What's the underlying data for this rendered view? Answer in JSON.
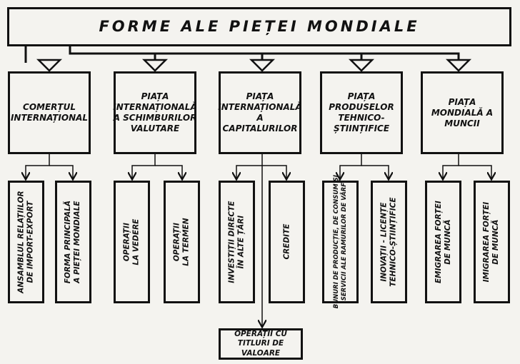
{
  "title": "FORME ALE PIEȚEI MONDIALE",
  "categories": [
    {
      "label": "COMERȚUL INTERNAȚIONAL",
      "children": [
        "ANSAMBLUL RELAȚIILOR DE IMPORT-EXPORT",
        "FORMA PRINCIPALĂ A PIEȚEI MONDIALE"
      ]
    },
    {
      "label": "PIAȚA INTERNAȚIONALĂ A SCHIMBURILOR VALUTARE",
      "children": [
        "OPERAȚII LA VEDERE",
        "OPERAȚII LA TERMEN"
      ]
    },
    {
      "label": "PIAȚA INTERNAȚIONALĂ A CAPITALURILOR",
      "children": [
        "INVESTIȚII DIRECTE ÎN ALTE ȚĂRI",
        "CREDITE"
      ]
    },
    {
      "label": "PIAȚA PRODUSELOR TEHNICO-ȘTIINȚIFICE",
      "children": [
        "BUNURI DE PRODUCȚIE, DE CONSUM ȘI SERVICII ALE RAMURILOR DE VÂRF",
        "INOVAȚII - LICENȚE TEHNICO-ȘTIINȚIFICE"
      ]
    },
    {
      "label": "PIAȚA MONDIALĂ A MUNCII",
      "children": [
        "EMIGRAREA FORȚEI DE MUNCĂ",
        "IMIGRAREA FORȚEI DE MUNCĂ"
      ]
    }
  ],
  "extra": "OPERAȚII CU TITLURI DE VALOARE"
}
